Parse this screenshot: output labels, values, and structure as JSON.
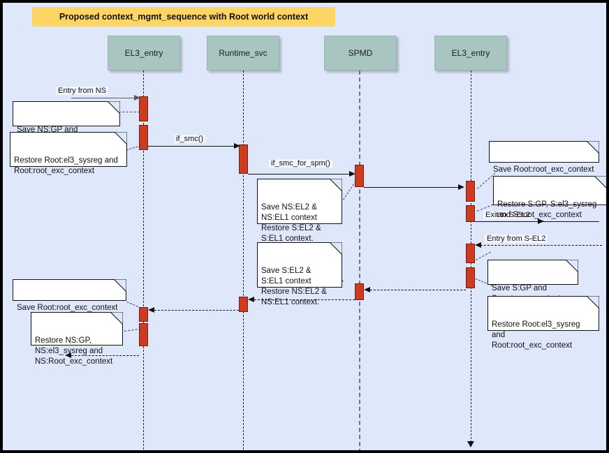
{
  "diagram": {
    "title": "Proposed context_mgmt_sequence with Root world context",
    "type": "sequence-diagram",
    "background_color": "#dfe7fb",
    "title_banner_color": "#fcd565",
    "participant_color": "#a9c5c1",
    "activation_color": "#cb3c20",
    "activation_border_color": "#7d1b0c"
  },
  "participants": [
    {
      "id": "p1",
      "label": "EL3_entry"
    },
    {
      "id": "p2",
      "label": "Runtime_svc"
    },
    {
      "id": "p3",
      "label": "SPMD"
    },
    {
      "id": "p4",
      "label": "EL3_entry"
    }
  ],
  "messages": [
    {
      "id": "m1",
      "label": "Entry from NS",
      "style": "solid-gray",
      "direction": "right"
    },
    {
      "id": "m2",
      "label": "if_smc()",
      "style": "solid",
      "direction": "right"
    },
    {
      "id": "m3",
      "label": "if_smc_for_spm()",
      "style": "solid",
      "direction": "right"
    },
    {
      "id": "m4",
      "label": "",
      "style": "solid",
      "direction": "right"
    },
    {
      "id": "m5",
      "label": "Exit to S-EL2",
      "style": "solid",
      "direction": "right"
    },
    {
      "id": "m6",
      "label": "Entry from S-EL2",
      "style": "dashed",
      "direction": "left"
    },
    {
      "id": "m7",
      "label": "",
      "style": "dashed",
      "direction": "left"
    },
    {
      "id": "m8",
      "label": "",
      "style": "dashed",
      "direction": "left"
    },
    {
      "id": "m9",
      "label": "",
      "style": "dashed",
      "direction": "left"
    },
    {
      "id": "m10",
      "label": "",
      "style": "dashed",
      "direction": "left"
    }
  ],
  "notes": [
    {
      "id": "n1",
      "text": "Save NS:GP and\nNS:Root_exc_context"
    },
    {
      "id": "n2",
      "text": "Restore Root:el3_sysreg and\nRoot:root_exc_context"
    },
    {
      "id": "n3",
      "text": "Save NS:EL2 &\nNS:EL1 context\nRestore S:EL2 &\nS:EL1 context."
    },
    {
      "id": "n4",
      "text": "Save Root:root_exc_context"
    },
    {
      "id": "n5",
      "text": "Restore S:GP, S:el3_sysreg\nand S:root_exc_context"
    },
    {
      "id": "n6",
      "text": "Save S:GP and\nS:root_exc_context"
    },
    {
      "id": "n7",
      "text": "Restore Root:el3_sysreg and\nRoot:root_exc_context"
    },
    {
      "id": "n8",
      "text": "Save S:EL2 &\nS:EL1 context\nRestore NS:EL2 &\nNS:EL1 context."
    },
    {
      "id": "n9",
      "text": "Save Root:root_exc_context"
    },
    {
      "id": "n10",
      "text": "Restore NS:GP,\nNS:el3_sysreg and\nNS:Root_exc_context"
    }
  ]
}
